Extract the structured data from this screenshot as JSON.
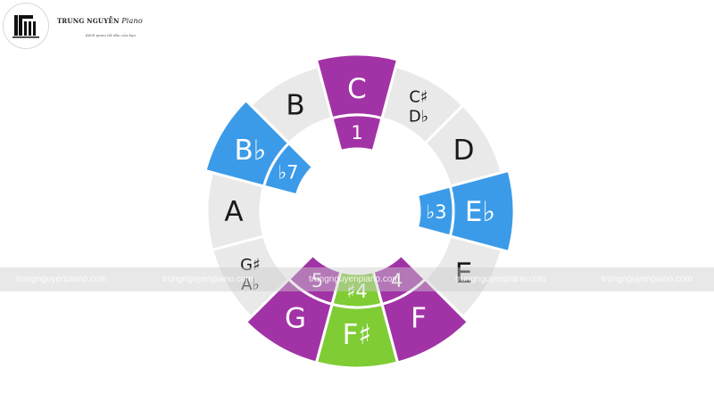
{
  "brand": {
    "name": "TRUNG NGUYỄN",
    "name_script": "Piano",
    "tagline": "Kênh piano tốt đầu của bạn",
    "logo_icon": "piano-keys-logo"
  },
  "colors": {
    "natural": "#e9e9e9",
    "purple": "#a233a6",
    "blue": "#3b9be8",
    "green": "#80cc35",
    "text_dark": "#1a1a1a",
    "text_light": "#ffffff"
  },
  "notes": [
    {
      "label": [
        "C"
      ],
      "style": "purple"
    },
    {
      "label": [
        "C♯",
        "D♭"
      ],
      "style": "natural"
    },
    {
      "label": [
        "D"
      ],
      "style": "natural"
    },
    {
      "label": [
        "E♭"
      ],
      "style": "blue"
    },
    {
      "label": [
        "E"
      ],
      "style": "natural"
    },
    {
      "label": [
        "F"
      ],
      "style": "purple"
    },
    {
      "label": [
        "F♯"
      ],
      "style": "green"
    },
    {
      "label": [
        "G"
      ],
      "style": "purple"
    },
    {
      "label": [
        "G♯",
        "A♭"
      ],
      "style": "natural"
    },
    {
      "label": [
        "A"
      ],
      "style": "natural"
    },
    {
      "label": [
        "B♭"
      ],
      "style": "blue"
    },
    {
      "label": [
        "B"
      ],
      "style": "natural"
    }
  ],
  "degrees": [
    {
      "note_index": 0,
      "label": "1"
    },
    {
      "note_index": 3,
      "label": "♭3"
    },
    {
      "note_index": 5,
      "label": "4"
    },
    {
      "note_index": 6,
      "label": "♯4"
    },
    {
      "note_index": 7,
      "label": "5"
    },
    {
      "note_index": 10,
      "label": "♭7"
    }
  ],
  "watermark": {
    "text": "trungnguyenpiano.com",
    "repeat": 5
  }
}
